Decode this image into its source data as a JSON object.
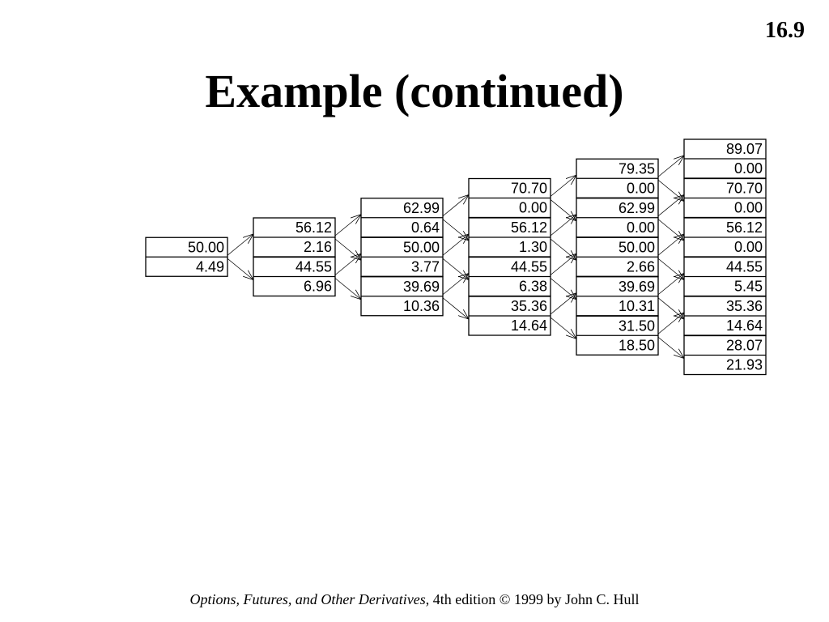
{
  "slide": {
    "number": "16.9",
    "title": "Example (continued)"
  },
  "footer": {
    "book_title": "Options, Futures, and Other Derivatives",
    "edition_text": ", 4th edition  © 1999 by John C. Hull"
  },
  "tree": {
    "steps": [
      [
        {
          "price": "50.00",
          "option": "4.49"
        }
      ],
      [
        {
          "price": "56.12",
          "option": "2.16"
        },
        {
          "price": "44.55",
          "option": "6.96"
        }
      ],
      [
        {
          "price": "62.99",
          "option": "0.64"
        },
        {
          "price": "50.00",
          "option": "3.77"
        },
        {
          "price": "39.69",
          "option": "10.36"
        }
      ],
      [
        {
          "price": "70.70",
          "option": "0.00"
        },
        {
          "price": "56.12",
          "option": "1.30"
        },
        {
          "price": "44.55",
          "option": "6.38"
        },
        {
          "price": "35.36",
          "option": "14.64"
        }
      ],
      [
        {
          "price": "79.35",
          "option": "0.00"
        },
        {
          "price": "62.99",
          "option": "0.00"
        },
        {
          "price": "50.00",
          "option": "2.66"
        },
        {
          "price": "39.69",
          "option": "10.31"
        },
        {
          "price": "31.50",
          "option": "18.50"
        }
      ],
      [
        {
          "price": "89.07",
          "option": "0.00"
        },
        {
          "price": "70.70",
          "option": "0.00"
        },
        {
          "price": "56.12",
          "option": "0.00"
        },
        {
          "price": "44.55",
          "option": "5.45"
        },
        {
          "price": "35.36",
          "option": "14.64"
        },
        {
          "price": "28.07",
          "option": "21.93"
        }
      ]
    ]
  }
}
